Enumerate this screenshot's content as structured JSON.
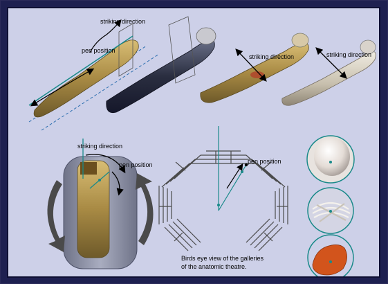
{
  "labels": {
    "striking_direction": "striking direction",
    "pen_position": "pen position",
    "caption_line1": "Birds eye view of the galleries",
    "caption_line2": "of the anatomic theatre."
  },
  "colors": {
    "panel_bg": "#cdd0e8",
    "frame": "#1e2050",
    "accent_teal": "#1a8a8a",
    "guide_blue": "#2e6fb0",
    "mummy_gold": "#b89a54",
    "mummy_dark": "#2f3346",
    "orange_organ": "#d2541c"
  },
  "icons": [
    "rotate-arrow-icon",
    "double-arrow-icon",
    "skull-icon",
    "rib-icon",
    "pelvis-icon"
  ]
}
